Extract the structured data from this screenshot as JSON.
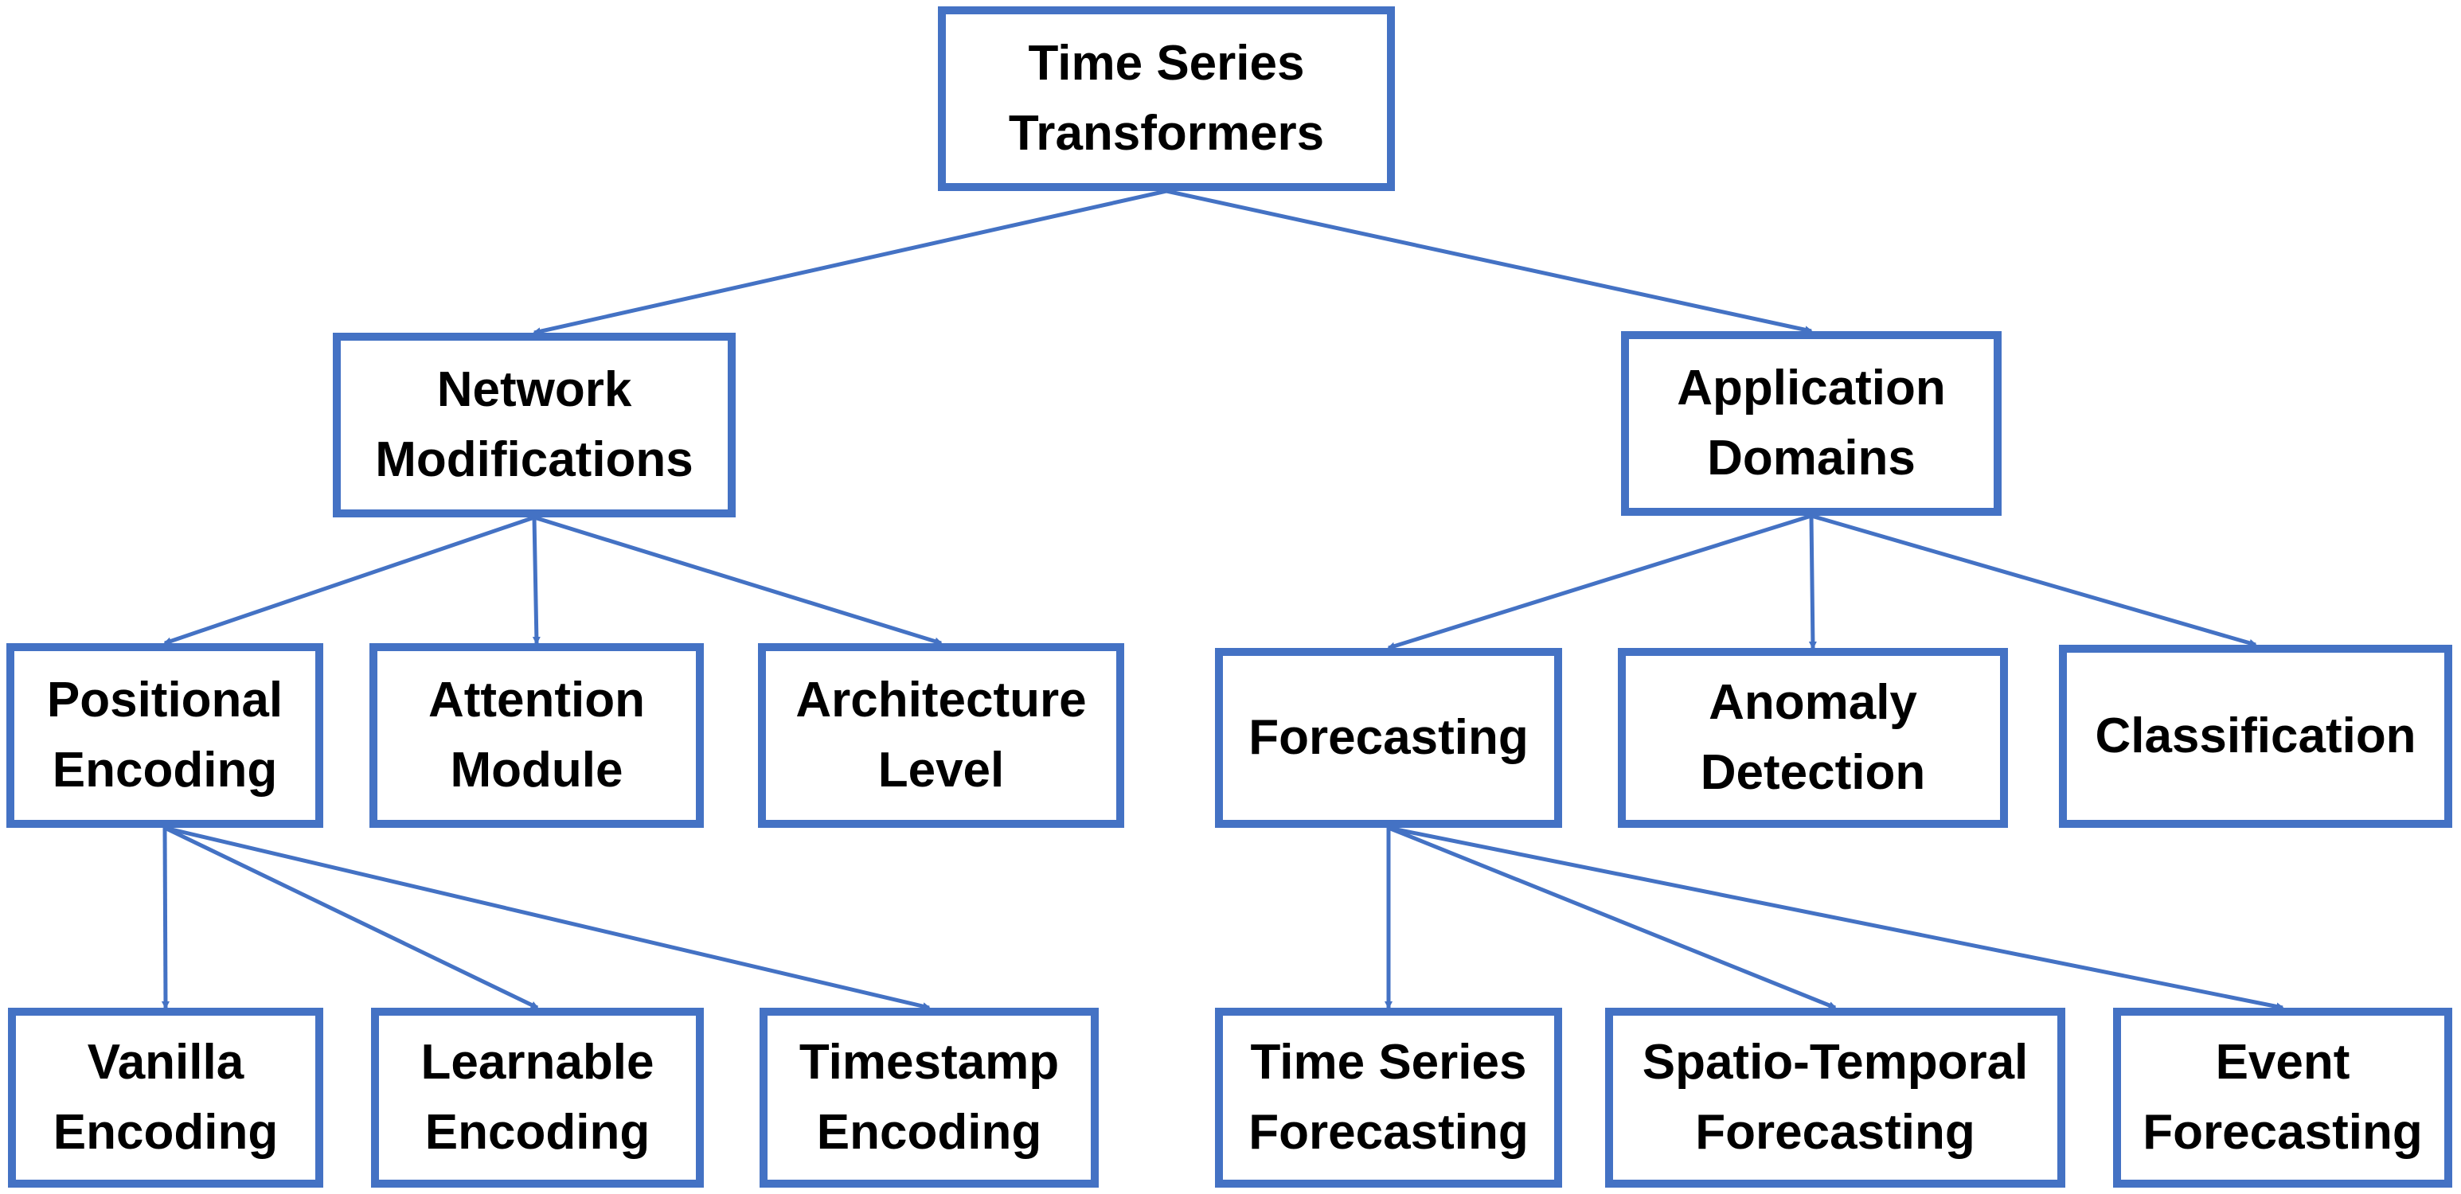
{
  "diagram": {
    "colors": {
      "box_border": "#4472c4",
      "arrow": "#4472c4",
      "text": "#000000",
      "background": "#ffffff"
    },
    "nodes": {
      "root": "Time Series\nTransformers",
      "network_modifications": "Network\nModifications",
      "application_domains": "Application\nDomains",
      "positional_encoding": "Positional\nEncoding",
      "attention_module": "Attention\nModule",
      "architecture_level": "Architecture\nLevel",
      "forecasting": "Forecasting",
      "anomaly_detection": "Anomaly\nDetection",
      "classification": "Classification",
      "vanilla_encoding": "Vanilla\nEncoding",
      "learnable_encoding": "Learnable\nEncoding",
      "timestamp_encoding": "Timestamp\nEncoding",
      "time_series_forecasting": "Time Series\nForecasting",
      "spatio_temporal_forecasting": "Spatio-Temporal\nForecasting",
      "event_forecasting": "Event\nForecasting"
    },
    "edges": [
      {
        "from": "root",
        "to": "network_modifications"
      },
      {
        "from": "root",
        "to": "application_domains"
      },
      {
        "from": "network_modifications",
        "to": "positional_encoding"
      },
      {
        "from": "network_modifications",
        "to": "attention_module"
      },
      {
        "from": "network_modifications",
        "to": "architecture_level"
      },
      {
        "from": "application_domains",
        "to": "forecasting"
      },
      {
        "from": "application_domains",
        "to": "anomaly_detection"
      },
      {
        "from": "application_domains",
        "to": "classification"
      },
      {
        "from": "positional_encoding",
        "to": "vanilla_encoding"
      },
      {
        "from": "positional_encoding",
        "to": "learnable_encoding"
      },
      {
        "from": "positional_encoding",
        "to": "timestamp_encoding"
      },
      {
        "from": "forecasting",
        "to": "time_series_forecasting"
      },
      {
        "from": "forecasting",
        "to": "spatio_temporal_forecasting"
      },
      {
        "from": "forecasting",
        "to": "event_forecasting"
      }
    ]
  }
}
